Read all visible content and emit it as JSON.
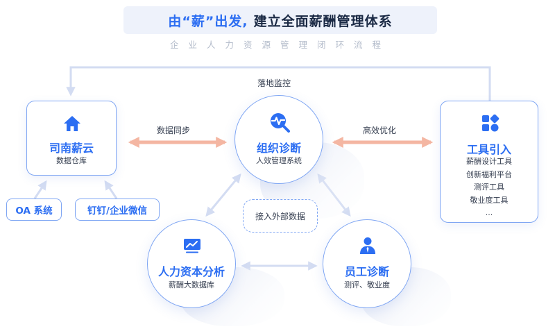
{
  "header": {
    "title_prefix": "由“",
    "title_highlight": "薪",
    "title_suffix": "”出发,",
    "title_rest": "建立全面薪酬管理体系",
    "subtitle": "企业人力资源管理闭环流程"
  },
  "labels": {
    "monitor": "落地监控",
    "sync": "数据同步",
    "optimize": "高效优化",
    "external": "接入外部数据"
  },
  "nodes": {
    "sinan": {
      "title": "司南薪云",
      "sub": "数据仓库",
      "icon": "home-icon"
    },
    "org": {
      "title": "组织诊断",
      "sub": "人效管理系统",
      "icon": "search-pulse-icon"
    },
    "tools": {
      "title": "工具引入",
      "icon": "app-grid-icon",
      "items": [
        "薪酬设计工具",
        "创新福利平台",
        "测评工具",
        "敬业度工具",
        "..."
      ]
    },
    "hr": {
      "title": "人力资本分析",
      "sub": "薪酬大数据库",
      "icon": "line-chart-icon"
    },
    "emp": {
      "title": "员工诊断",
      "sub": "测评、敬业度",
      "icon": "person-icon"
    }
  },
  "sources": {
    "oa": "OA 系统",
    "dingtalk": "钉钉/企业微信"
  },
  "colors": {
    "accent": "#2c6ef2",
    "border": "#7fa6f3",
    "arrow_light": "#d3dcf2",
    "arrow_salmon": "#f4b6a2"
  }
}
